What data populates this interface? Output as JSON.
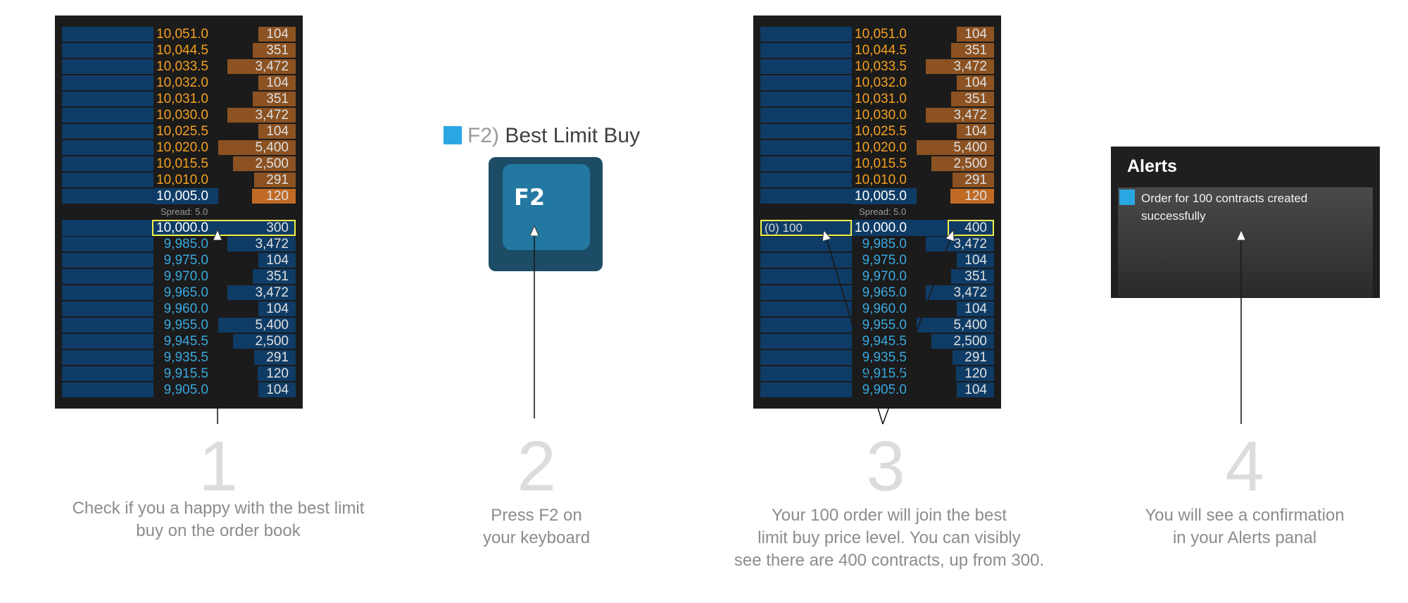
{
  "book1": {
    "asks": [
      {
        "price": "10,051.0",
        "size": "104"
      },
      {
        "price": "10,044.5",
        "size": "351"
      },
      {
        "price": "10,033.5",
        "size": "3,472"
      },
      {
        "price": "10,032.0",
        "size": "104"
      },
      {
        "price": "10,031.0",
        "size": "351"
      },
      {
        "price": "10,030.0",
        "size": "3,472"
      },
      {
        "price": "10,025.5",
        "size": "104"
      },
      {
        "price": "10,020.0",
        "size": "5,400"
      },
      {
        "price": "10,015.5",
        "size": "2,500"
      },
      {
        "price": "10,010.0",
        "size": "291"
      },
      {
        "price": "10,005.0",
        "size": "120"
      }
    ],
    "spread": "Spread: 5.0",
    "bids": [
      {
        "price": "10,000.0",
        "size": "300"
      },
      {
        "price": "9,985.0",
        "size": "3,472"
      },
      {
        "price": "9,975.0",
        "size": "104"
      },
      {
        "price": "9,970.0",
        "size": "351"
      },
      {
        "price": "9,965.0",
        "size": "3,472"
      },
      {
        "price": "9,960.0",
        "size": "104"
      },
      {
        "price": "9,955.0",
        "size": "5,400"
      },
      {
        "price": "9,945.5",
        "size": "2,500"
      },
      {
        "price": "9,935.5",
        "size": "291"
      },
      {
        "price": "9,915.5",
        "size": "120"
      },
      {
        "price": "9,905.0",
        "size": "104"
      }
    ]
  },
  "book3": {
    "asks": [
      {
        "price": "10,051.0",
        "size": "104"
      },
      {
        "price": "10,044.5",
        "size": "351"
      },
      {
        "price": "10,033.5",
        "size": "3,472"
      },
      {
        "price": "10,032.0",
        "size": "104"
      },
      {
        "price": "10,031.0",
        "size": "351"
      },
      {
        "price": "10,030.0",
        "size": "3,472"
      },
      {
        "price": "10,025.5",
        "size": "104"
      },
      {
        "price": "10,020.0",
        "size": "5,400"
      },
      {
        "price": "10,015.5",
        "size": "2,500"
      },
      {
        "price": "10,010.0",
        "size": "291"
      },
      {
        "price": "10,005.0",
        "size": "120"
      }
    ],
    "spread": "Spread: 5.0",
    "my_order": "(0) 100",
    "bids": [
      {
        "price": "10,000.0",
        "size": "400"
      },
      {
        "price": "9,985.0",
        "size": "3,472"
      },
      {
        "price": "9,975.0",
        "size": "104"
      },
      {
        "price": "9,970.0",
        "size": "351"
      },
      {
        "price": "9,965.0",
        "size": "3,472"
      },
      {
        "price": "9,960.0",
        "size": "104"
      },
      {
        "price": "9,955.0",
        "size": "5,400"
      },
      {
        "price": "9,945.5",
        "size": "2,500"
      },
      {
        "price": "9,935.5",
        "size": "291"
      },
      {
        "price": "9,915.5",
        "size": "120"
      },
      {
        "price": "9,905.0",
        "size": "104"
      }
    ]
  },
  "hotkey": {
    "key": "F2)",
    "name": "Best Limit Buy",
    "keycap": "F2"
  },
  "alerts": {
    "title": "Alerts",
    "message": "Order for 100 contracts created successfully"
  },
  "steps": [
    {
      "number": "1",
      "caption": "Check if you a happy with the best limit\nbuy on the order book"
    },
    {
      "number": "2",
      "caption": "Press F2 on\nyour keyboard"
    },
    {
      "number": "3",
      "caption": "Your 100 order will join the best\nlimit buy price level. You can visibly\nsee there are 400 contracts, up from 300."
    },
    {
      "number": "4",
      "caption": "You will see a confirmation\nin your Alerts panal"
    }
  ],
  "colors": {
    "ask_price": "#f5a11f",
    "bid_price": "#3aa8e0",
    "ask_bar": "#8c5222",
    "bid_bar": "#0f3c66",
    "accent": "#2aa7e2",
    "highlight": "#f0f04a"
  }
}
